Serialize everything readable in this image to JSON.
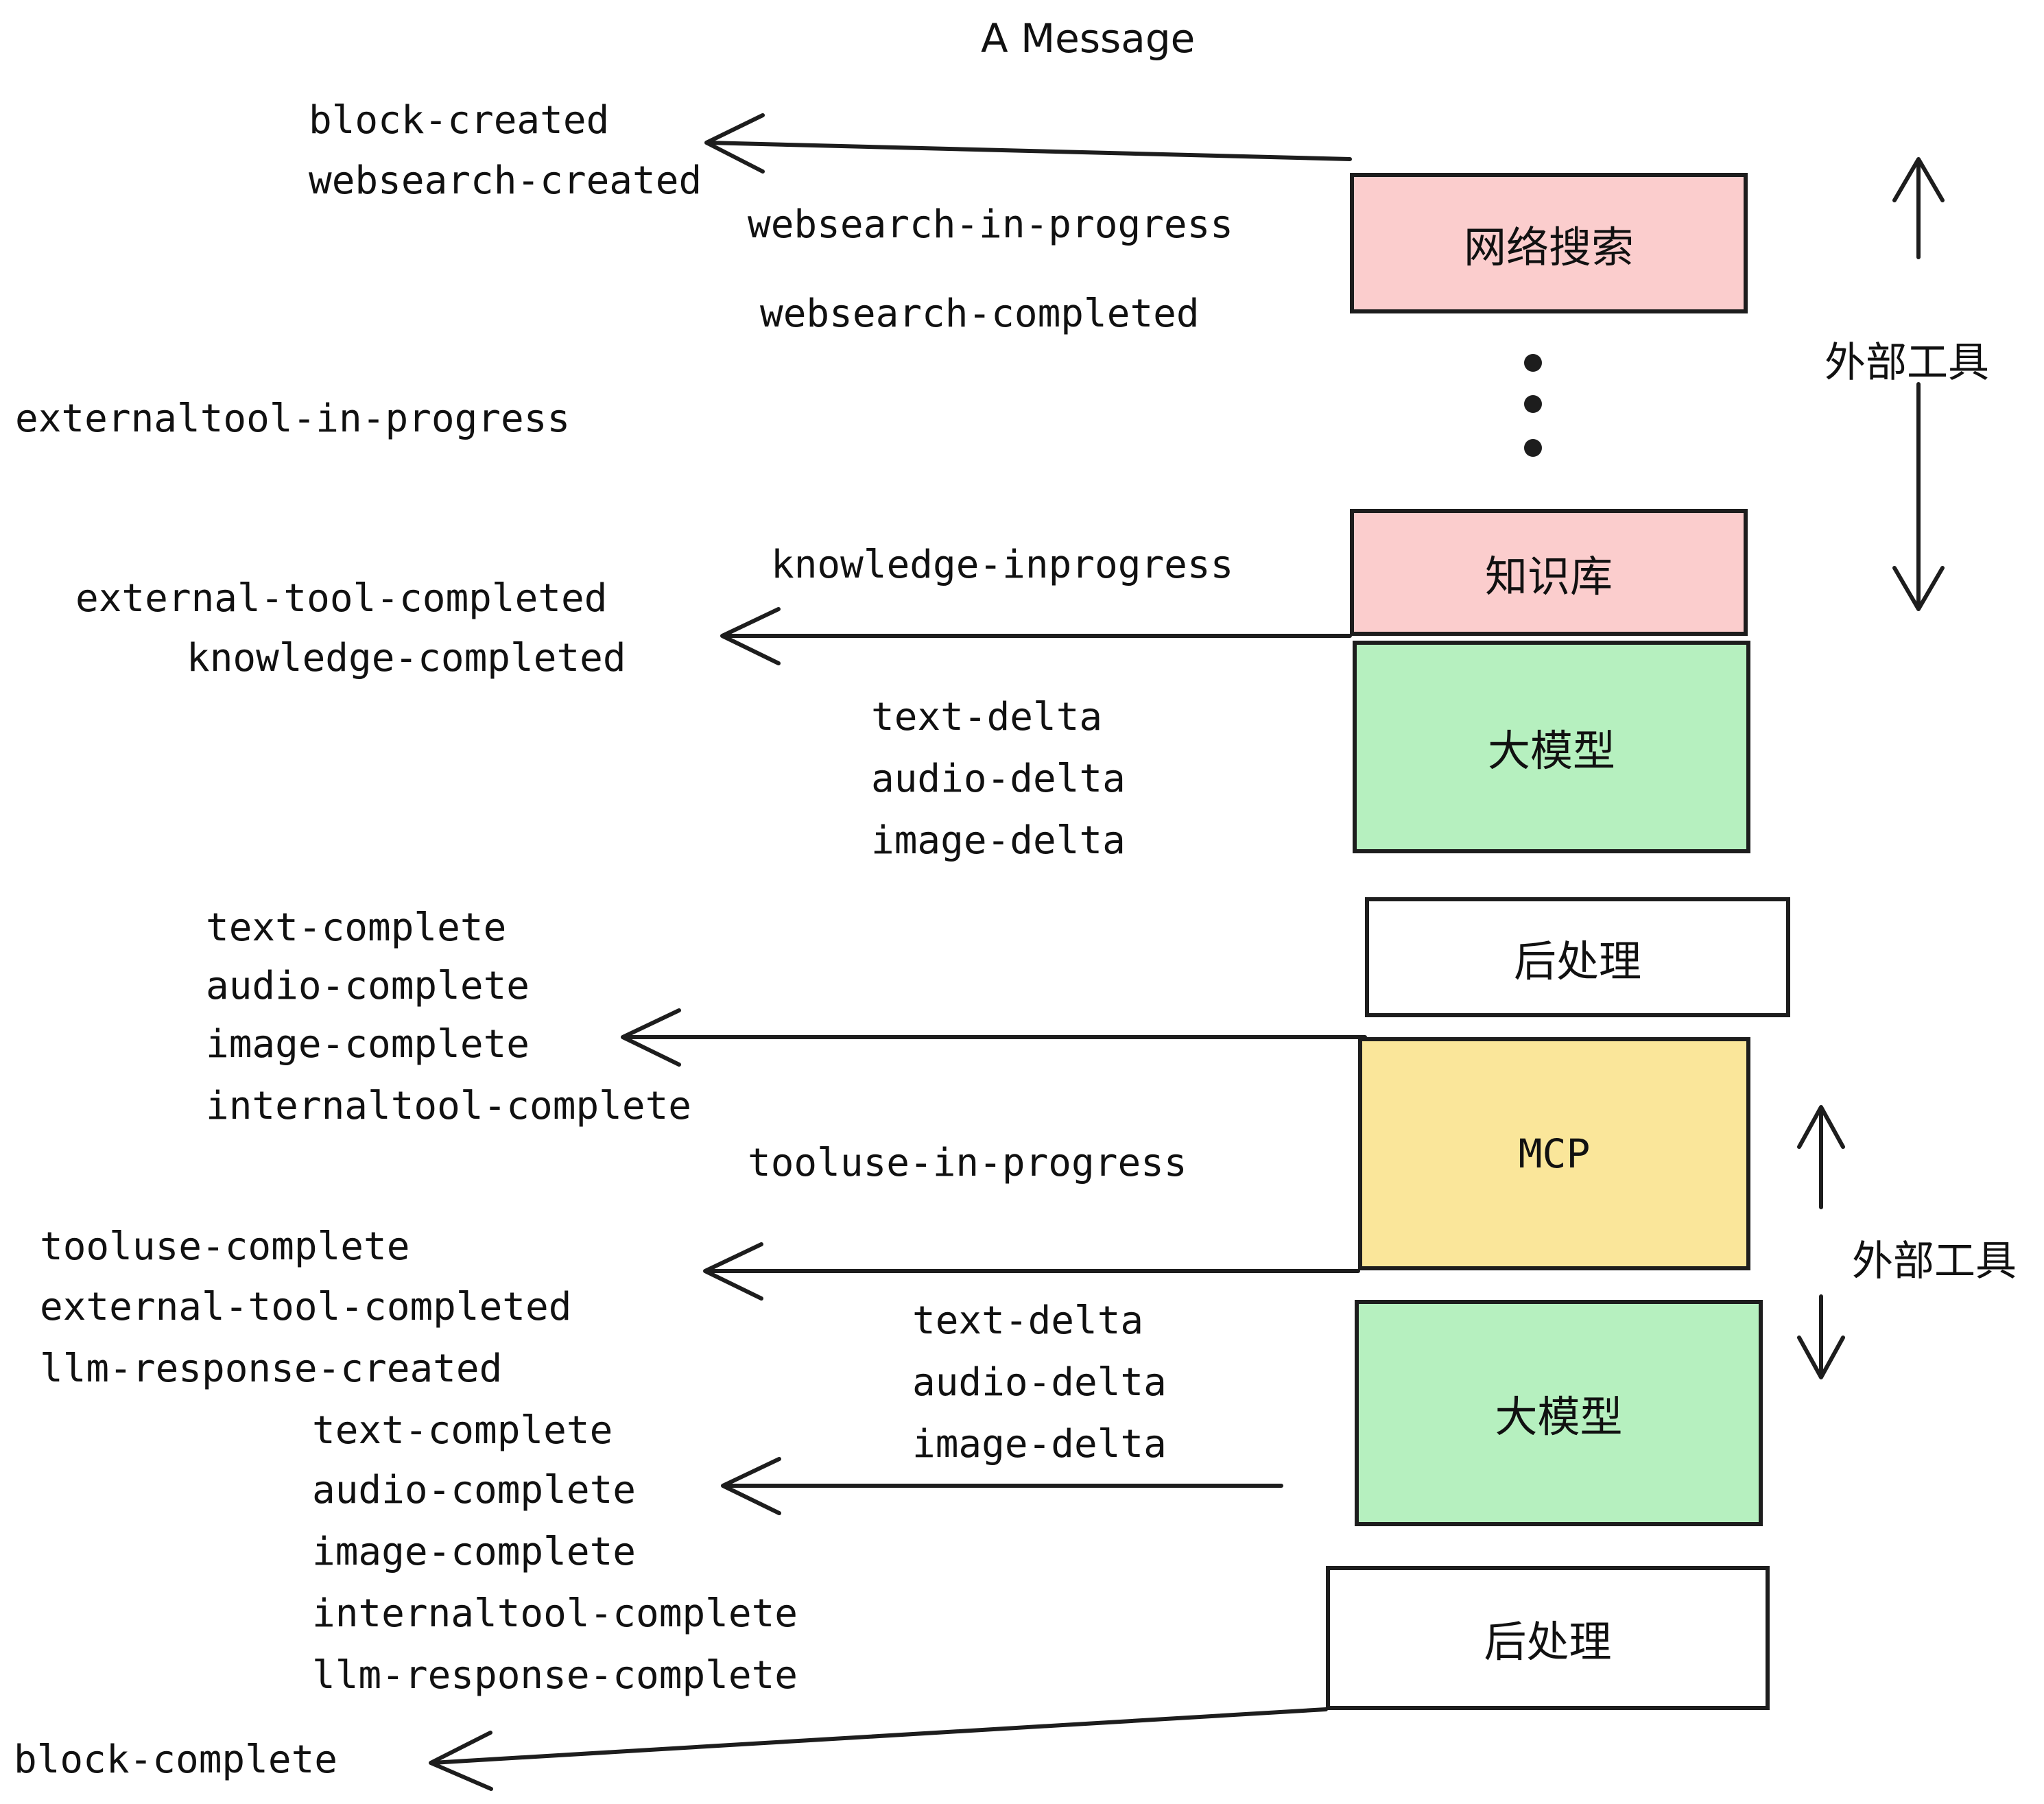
{
  "title": "A Message",
  "colors": {
    "pink": "#fbcdcd",
    "green": "#b6f0bf",
    "yellow": "#fae69a",
    "white": "#ffffff",
    "stroke": "#1d1d1d",
    "text": "#111111"
  },
  "boxes": [
    {
      "id": "websearch",
      "label": "网络搜索",
      "fill": "pink",
      "mono": false
    },
    {
      "id": "knowledge",
      "label": "知识库",
      "fill": "pink",
      "mono": false
    },
    {
      "id": "llm-1",
      "label": "大模型",
      "fill": "green",
      "mono": false
    },
    {
      "id": "postprocess-1",
      "label": "后处理",
      "fill": "white",
      "mono": false
    },
    {
      "id": "mcp",
      "label": "MCP",
      "fill": "yellow",
      "mono": true
    },
    {
      "id": "llm-2",
      "label": "大模型",
      "fill": "green",
      "mono": false
    },
    {
      "id": "postprocess-2",
      "label": "后处理",
      "fill": "white",
      "mono": false
    }
  ],
  "side_labels": [
    {
      "id": "external-tool-top",
      "label": "外部工具"
    },
    {
      "id": "external-tool-bottom",
      "label": "外部工具"
    }
  ],
  "events": [
    {
      "id": "block-created",
      "label": "block-created"
    },
    {
      "id": "websearch-created",
      "label": "websearch-created"
    },
    {
      "id": "websearch-in-progress",
      "label": "websearch-in-progress"
    },
    {
      "id": "websearch-completed",
      "label": "websearch-completed"
    },
    {
      "id": "externaltool-in-progress",
      "label": "externaltool-in-progress"
    },
    {
      "id": "knowledge-inprogress",
      "label": "knowledge-inprogress"
    },
    {
      "id": "external-tool-completed-1",
      "label": "external-tool-completed"
    },
    {
      "id": "knowledge-completed",
      "label": "knowledge-completed"
    },
    {
      "id": "text-delta-1",
      "label": "text-delta"
    },
    {
      "id": "audio-delta-1",
      "label": "audio-delta"
    },
    {
      "id": "image-delta-1",
      "label": "image-delta"
    },
    {
      "id": "text-complete-1",
      "label": "text-complete"
    },
    {
      "id": "audio-complete-1",
      "label": "audio-complete"
    },
    {
      "id": "image-complete-1",
      "label": "image-complete"
    },
    {
      "id": "internaltool-complete-1",
      "label": "internaltool-complete"
    },
    {
      "id": "tooluse-in-progress",
      "label": "tooluse-in-progress"
    },
    {
      "id": "tooluse-complete",
      "label": "tooluse-complete"
    },
    {
      "id": "external-tool-completed-2",
      "label": "external-tool-completed"
    },
    {
      "id": "llm-response-created",
      "label": "llm-response-created"
    },
    {
      "id": "text-delta-2",
      "label": "text-delta"
    },
    {
      "id": "audio-delta-2",
      "label": "audio-delta"
    },
    {
      "id": "image-delta-2",
      "label": "image-delta"
    },
    {
      "id": "text-complete-2",
      "label": "text-complete"
    },
    {
      "id": "audio-complete-2",
      "label": "audio-complete"
    },
    {
      "id": "image-complete-2",
      "label": "image-complete"
    },
    {
      "id": "internaltool-complete-2",
      "label": "internaltool-complete"
    },
    {
      "id": "llm-response-complete",
      "label": "llm-response-complete"
    },
    {
      "id": "block-complete",
      "label": "block-complete"
    }
  ]
}
